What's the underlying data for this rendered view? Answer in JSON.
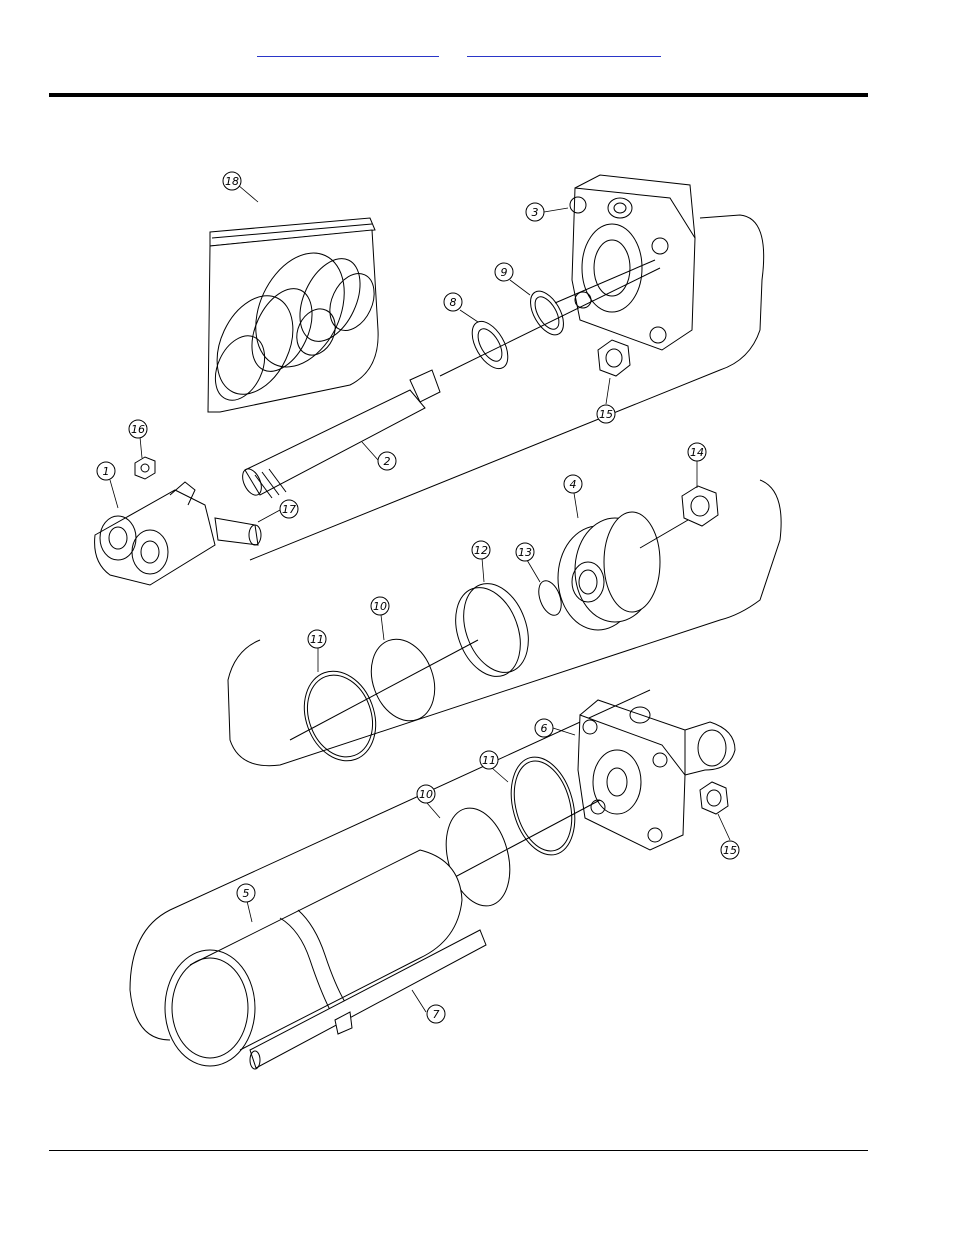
{
  "header": {
    "links": [
      {
        "label": "",
        "target": "link-1"
      },
      {
        "label": "",
        "target": "link-2"
      }
    ]
  },
  "diagram": {
    "callouts": [
      "1",
      "2",
      "3",
      "4",
      "5",
      "6",
      "7",
      "8",
      "9",
      "10",
      "11",
      "12",
      "13",
      "14",
      "15",
      "16",
      "17",
      "18"
    ],
    "callout_labels": {
      "c18": "18",
      "c3": "3",
      "c9": "9",
      "c8": "8",
      "c15a": "15",
      "c16": "16",
      "c2": "2",
      "c1": "1",
      "c17": "17",
      "c14": "14",
      "c4": "4",
      "c12": "12",
      "c13": "13",
      "c10a": "10",
      "c11a": "11",
      "c6": "6",
      "c11b": "11",
      "c10b": "10",
      "c15b": "15",
      "c5": "5",
      "c7": "7"
    }
  }
}
